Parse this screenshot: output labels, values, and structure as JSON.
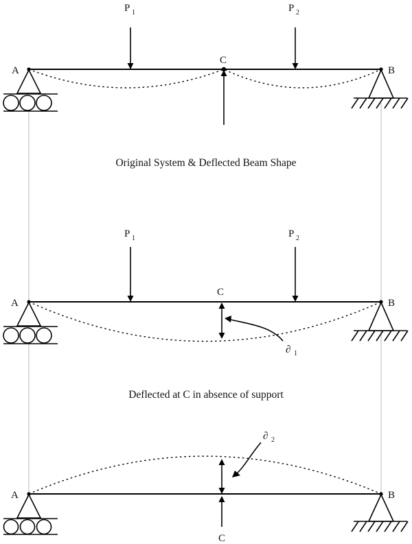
{
  "labels": {
    "support_left": "A",
    "support_right": "B",
    "mid_point": "C",
    "load_1": "P",
    "load_1_sub": "1",
    "load_2": "P",
    "load_2_sub": "2",
    "deflection_1": "∂",
    "deflection_1_sub": "1",
    "deflection_2": "∂",
    "deflection_2_sub": "2"
  },
  "captions": {
    "original": "Original System & Deflected Beam Shape",
    "released": "Deflected at C in absence of support"
  }
}
